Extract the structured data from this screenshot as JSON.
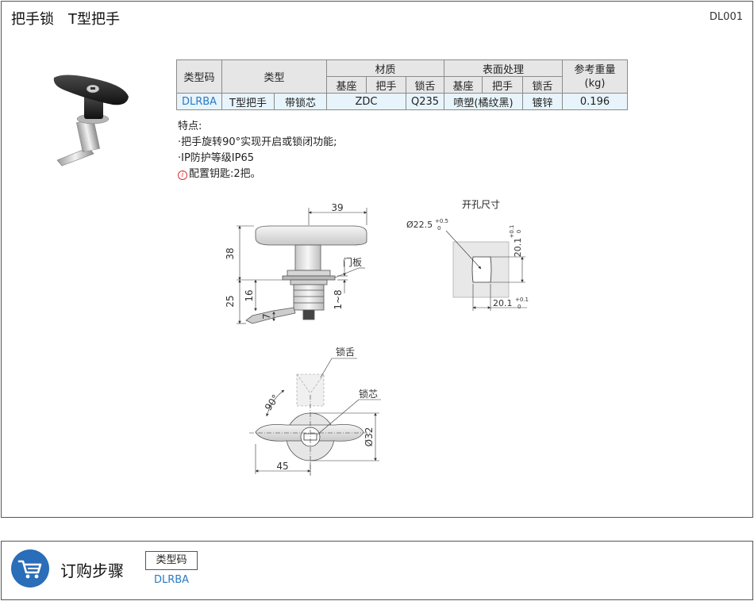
{
  "header": {
    "title_main": "把手锁",
    "title_sub": "T型把手",
    "code": "DL001"
  },
  "table": {
    "headers": {
      "type_code": "类型码",
      "type": "类型",
      "material": "材质",
      "surface": "表面处理",
      "weight_line1": "参考重量",
      "weight_line2": "(kg)",
      "sub_base": "基座",
      "sub_handle": "把手",
      "sub_tongue": "锁舌",
      "sub_base2": "基座",
      "sub_handle2": "把手",
      "sub_tongue2": "锁舌"
    },
    "row": {
      "type_code": "DLRBA",
      "type_a": "T型把手",
      "type_b": "带锁芯",
      "material_base_handle": "ZDC",
      "material_tongue": "Q235",
      "surface_base_handle": "喷塑(橘纹黑)",
      "surface_tongue": "镀锌",
      "weight": "0.196"
    }
  },
  "features": {
    "heading": "特点:",
    "item1": "·把手旋转90°实现开启或锁闭功能;",
    "item2": "·IP防护等级IP65",
    "note_icon": "i",
    "note": "配置钥匙:2把。"
  },
  "drawing": {
    "dim_39": "39",
    "dim_38": "38",
    "dim_25": "25",
    "dim_16": "16",
    "dim_7": "7",
    "dim_1_8": "1~8",
    "label_door": "门板",
    "cutout_title": "开孔尺寸",
    "dia_22_5": "Ø22.5",
    "tol_22_5_up": "+0.5",
    "tol_22_5_low": "0",
    "dim_20_1_v": "20.1",
    "tol_v_up": "+0.1",
    "tol_v_low": "0",
    "dim_20_1_h": "20.1",
    "tol_h_up": "+0.1",
    "tol_h_low": "0",
    "label_tongue": "锁舌",
    "label_core": "锁芯",
    "angle": "90°",
    "dia_32": "Ø32",
    "dim_45": "45"
  },
  "order": {
    "icon": "cart-icon",
    "title": "订购步骤",
    "box_label": "类型码",
    "code": "DLRBA"
  },
  "colors": {
    "accent_blue": "#2a7ac0",
    "cart_bg": "#2a6db8",
    "table_header_bg": "#e6e6e6",
    "table_row_bg": "#e8f4fb"
  }
}
